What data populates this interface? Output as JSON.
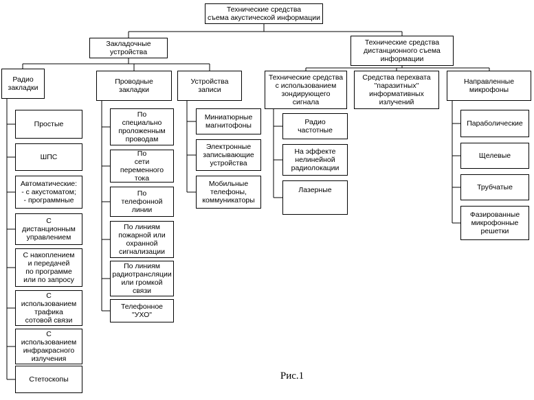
{
  "caption": "Рис.1",
  "tree": {
    "root": "Технические средства\nсъема акустической информации",
    "embedded": "Закладочные\nустройства",
    "remote": "Технические средства\nдистанционного съема\nинформации",
    "radio": {
      "label": "Радио\nзакладки",
      "children": [
        "Простые",
        "ШПС",
        "Автоматические:\n- с акустоматом;\n- программные",
        "С\nдистанционным\nуправлением",
        "С накоплением\nи передачей\nпо программе\nили по запросу",
        "С\nиспользованием\nтрафика\nсотовой связи",
        "С\nиспользованием\nинфракрасного\nизлучения",
        "Стетоскопы"
      ]
    },
    "wired": {
      "label": "Проводные\nзакладки",
      "children": [
        "По\nспециально\nпроложенным\nпроводам",
        "По\nсети\nпеременного\nтока",
        "По\nтелефонной\nлинии",
        "По линиям\nпожарной или\nохранной\nсигнализации",
        "По линиям\nрадиотрансляции\nили громкой\nсвязи",
        "Телефонное\n\"УХО\""
      ]
    },
    "recording": {
      "label": "Устройства\nзаписи",
      "children": [
        "Миниатюрные\nмагнитофоны",
        "Электронные\nзаписывающие\nустройства",
        "Мобильные\nтелефоны,\nкоммуникаторы"
      ]
    },
    "probing": {
      "label": "Технические средства\nс использованием\nзондирующего\nсигнала",
      "children": [
        "Радио\nчастотные",
        "На эффекте\nнелинейной\nрадиолокации",
        "Лазерные"
      ]
    },
    "parasitic": {
      "label": "Средства перехвата\n\"паразитных\"\nинформативных\nизлучений"
    },
    "directional": {
      "label": "Направленные\nмикрофоны",
      "children": [
        "Параболические",
        "Щелевые",
        "Трубчатые",
        "Фазированные\nмикрофонные\nрешетки"
      ]
    }
  }
}
